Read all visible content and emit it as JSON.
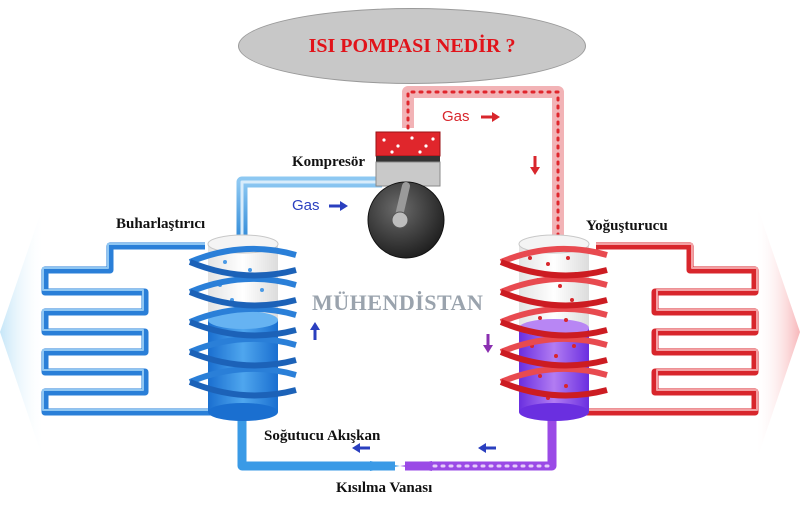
{
  "title": "ISI POMPASI NEDİR ?",
  "watermark": "MÜHENDİSTAN",
  "labels": {
    "compressor": "Kompresör",
    "evaporator": "Buharlaştırıcı",
    "condenser": "Yoğuşturucu",
    "refrigerant": "Soğutucu Akışkan",
    "expansion_valve": "Kısılma Vanası"
  },
  "flow": {
    "gas_left": "Gas",
    "gas_right": "Gas"
  },
  "colors": {
    "cold": "#3a8fe0",
    "cold_dark": "#1f6cc8",
    "hot": "#e0262c",
    "hot_light": "#f2b4b6",
    "mixed": "#8a3fe0",
    "title_text": "#e1131a",
    "arrow_blue": "#2a3fbf",
    "arrow_red": "#d8262c",
    "arrow_purple": "#8a2fb0"
  },
  "icons": [
    "flow-arrow-icon",
    "compressor-piston-icon",
    "coil-icon"
  ]
}
